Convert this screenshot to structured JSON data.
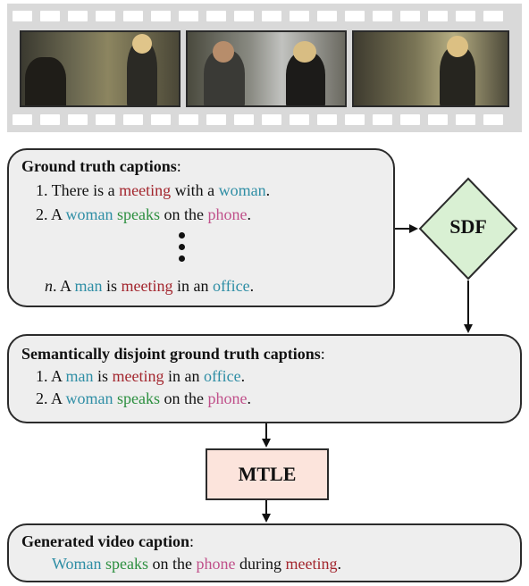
{
  "film": {
    "frames": [
      "frame-1",
      "frame-2",
      "frame-3"
    ]
  },
  "ground_truth": {
    "heading": "Ground truth captions",
    "heading_colon": ":",
    "lines": [
      [
        {
          "t": "1. There is a ",
          "c": ""
        },
        {
          "t": "meeting",
          "c": "red"
        },
        {
          "t": " with a ",
          "c": ""
        },
        {
          "t": "woman",
          "c": "teal"
        },
        {
          "t": ".",
          "c": ""
        }
      ],
      [
        {
          "t": "2. A ",
          "c": ""
        },
        {
          "t": "woman",
          "c": "teal"
        },
        {
          "t": " ",
          "c": ""
        },
        {
          "t": "speaks",
          "c": "green"
        },
        {
          "t": " on the ",
          "c": ""
        },
        {
          "t": "phone",
          "c": "pink"
        },
        {
          "t": ".",
          "c": ""
        }
      ],
      [
        {
          "t": "n",
          "c": "italic"
        },
        {
          "t": ". A ",
          "c": ""
        },
        {
          "t": "man",
          "c": "teal"
        },
        {
          "t": " is ",
          "c": ""
        },
        {
          "t": "meeting",
          "c": "red"
        },
        {
          "t": " in an ",
          "c": ""
        },
        {
          "t": "office",
          "c": "teal"
        },
        {
          "t": ".",
          "c": ""
        }
      ]
    ]
  },
  "sdf": {
    "label": "SDF"
  },
  "disjoint": {
    "heading": "Semantically disjoint ground truth captions",
    "heading_colon": ":",
    "lines": [
      [
        {
          "t": "1. A ",
          "c": ""
        },
        {
          "t": "man",
          "c": "teal"
        },
        {
          "t": " is ",
          "c": ""
        },
        {
          "t": "meeting",
          "c": "red"
        },
        {
          "t": " in an ",
          "c": ""
        },
        {
          "t": "office",
          "c": "teal"
        },
        {
          "t": ".",
          "c": ""
        }
      ],
      [
        {
          "t": "2. A ",
          "c": ""
        },
        {
          "t": "woman",
          "c": "teal"
        },
        {
          "t": " ",
          "c": ""
        },
        {
          "t": "speaks",
          "c": "green"
        },
        {
          "t": " on the ",
          "c": ""
        },
        {
          "t": "phone",
          "c": "pink"
        },
        {
          "t": ".",
          "c": ""
        }
      ]
    ]
  },
  "mtle": {
    "label": "MTLE"
  },
  "generated": {
    "heading": "Generated video caption",
    "heading_colon": ":",
    "lines": [
      [
        {
          "t": "Woman",
          "c": "teal"
        },
        {
          "t": " ",
          "c": ""
        },
        {
          "t": "speaks",
          "c": "green"
        },
        {
          "t": " on the ",
          "c": ""
        },
        {
          "t": "phone",
          "c": "pink"
        },
        {
          "t": " during ",
          "c": ""
        },
        {
          "t": "meeting",
          "c": "red"
        },
        {
          "t": ".",
          "c": ""
        }
      ]
    ]
  },
  "colors": {
    "red": "#a3262e",
    "teal": "#2f8ea5",
    "green": "#2c8f3f",
    "pink": "#c0508a",
    "sdf_fill": "#d9f0d3",
    "mtle_fill": "#fce4dc",
    "box_fill": "#eeeeee"
  }
}
